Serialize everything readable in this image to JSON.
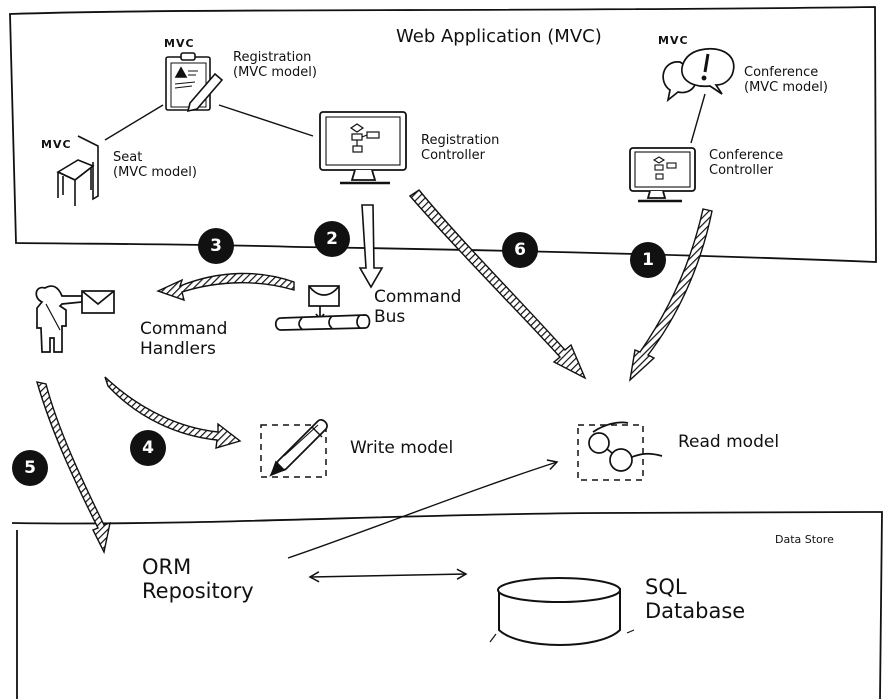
{
  "containers": {
    "web_app": {
      "title": "Web Application (MVC)"
    },
    "data_store": {
      "title": "Data Store"
    }
  },
  "nodes": {
    "registration_model": {
      "tag": "MVC",
      "label_line1": "Registration",
      "label_line2": "(MVC model)",
      "icon": "clipboard-pencil-icon"
    },
    "seat_model": {
      "tag": "MVC",
      "label_line1": "Seat",
      "label_line2": "(MVC model)",
      "icon": "chair-icon"
    },
    "registration_controller": {
      "label_line1": "Registration",
      "label_line2": "Controller",
      "icon": "monitor-flowchart-icon"
    },
    "conference_model": {
      "tag": "MVC",
      "label_line1": "Conference",
      "label_line2": "(MVC model)",
      "icon": "speech-bubbles-icon"
    },
    "conference_controller": {
      "label_line1": "Conference",
      "label_line2": "Controller",
      "icon": "monitor-flowchart-icon"
    },
    "command_bus": {
      "label_line1": "Command",
      "label_line2": "Bus",
      "icon": "envelope-pipe-icon"
    },
    "command_handlers": {
      "label_line1": "Command",
      "label_line2": "Handlers",
      "icon": "person-envelope-icon"
    },
    "write_model": {
      "label": "Write model",
      "icon": "pencil-icon"
    },
    "read_model": {
      "label": "Read model",
      "icon": "glasses-icon"
    },
    "orm_repository": {
      "label_line1": "ORM",
      "label_line2": "Repository"
    },
    "sql_database": {
      "label_line1": "SQL",
      "label_line2": "Database",
      "icon": "database-cylinder-icon"
    }
  },
  "steps": [
    {
      "number": "1",
      "from": "conference_controller",
      "to": "read_model"
    },
    {
      "number": "2",
      "from": "registration_controller",
      "to": "command_bus"
    },
    {
      "number": "3",
      "from": "command_bus",
      "to": "command_handlers"
    },
    {
      "number": "4",
      "from": "command_handlers",
      "to": "write_model"
    },
    {
      "number": "5",
      "from": "command_handlers",
      "to": "orm_repository"
    },
    {
      "number": "6",
      "from": "registration_controller",
      "to": "read_model"
    }
  ],
  "connections": [
    {
      "from": "seat_model",
      "to": "registration_model",
      "type": "line"
    },
    {
      "from": "registration_model",
      "to": "registration_controller",
      "type": "line"
    },
    {
      "from": "conference_model",
      "to": "conference_controller",
      "type": "line"
    },
    {
      "from": "orm_repository",
      "to": "read_model",
      "type": "arrow"
    },
    {
      "from": "orm_repository",
      "to": "sql_database",
      "type": "double-arrow"
    }
  ]
}
